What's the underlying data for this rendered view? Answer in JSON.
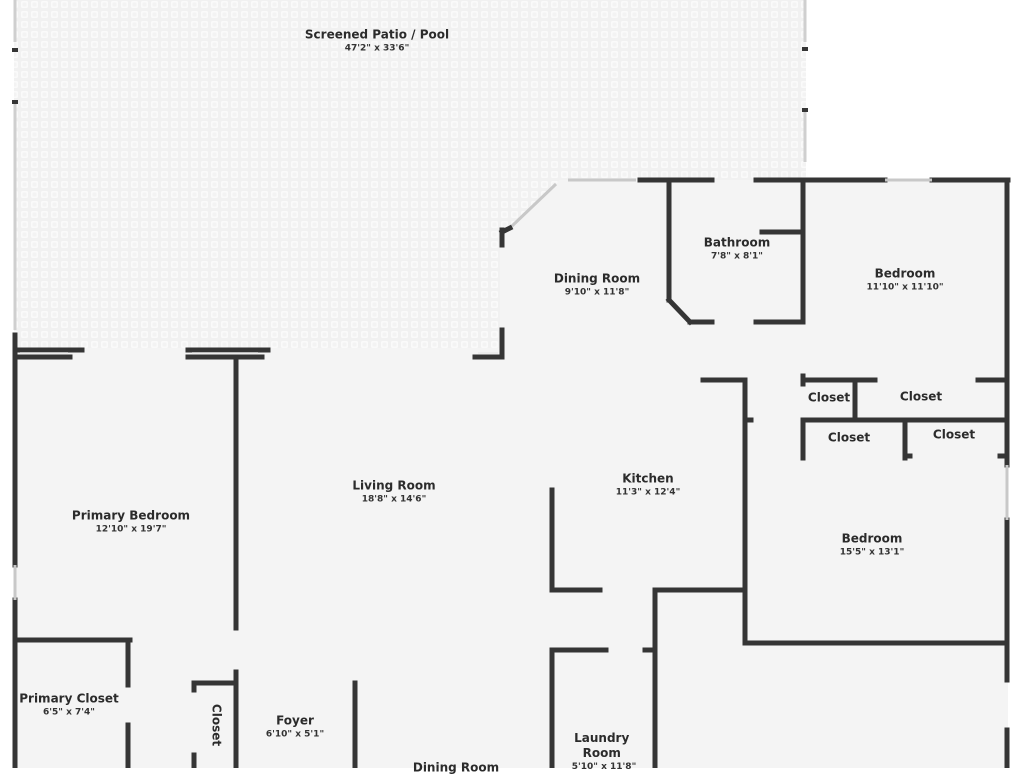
{
  "colors": {
    "wall": "#353535",
    "floor": "#f4f4f4",
    "patio_tile": "#ebebeb",
    "window": "#d8d8d8",
    "background": "#ffffff",
    "text": "#2b2b2b"
  },
  "rooms": [
    {
      "id": "patio",
      "name": "Screened Patio / Pool",
      "dims": "47'2\" x 33'6\""
    },
    {
      "id": "dining-top",
      "name": "Dining Room",
      "dims": "9'10\" x 11'8\""
    },
    {
      "id": "bathroom",
      "name": "Bathroom",
      "dims": "7'8\" x 8'1\""
    },
    {
      "id": "bedroom-ne",
      "name": "Bedroom",
      "dims": "11'10\" x 11'10\""
    },
    {
      "id": "closet-1",
      "name": "Closet",
      "dims": ""
    },
    {
      "id": "closet-2",
      "name": "Closet",
      "dims": ""
    },
    {
      "id": "closet-3",
      "name": "Closet",
      "dims": ""
    },
    {
      "id": "closet-4",
      "name": "Closet",
      "dims": ""
    },
    {
      "id": "living",
      "name": "Living Room",
      "dims": "18'8\" x 14'6\""
    },
    {
      "id": "kitchen",
      "name": "Kitchen",
      "dims": "11'3\" x 12'4\""
    },
    {
      "id": "bedroom-e",
      "name": "Bedroom",
      "dims": "15'5\" x 13'1\""
    },
    {
      "id": "primary-bedroom",
      "name": "Primary Bedroom",
      "dims": "12'10\" x 19'7\""
    },
    {
      "id": "primary-closet",
      "name": "Primary Closet",
      "dims": "6'5\" x 7'4\""
    },
    {
      "id": "closet-foyer",
      "name": "Closet",
      "dims": ""
    },
    {
      "id": "foyer",
      "name": "Foyer",
      "dims": "6'10\" x 5'1\""
    },
    {
      "id": "dining-bottom",
      "name": "Dining Room",
      "dims": ""
    },
    {
      "id": "laundry",
      "name": "Laundry Room",
      "dims": "5'10\" x 11'8\""
    }
  ]
}
